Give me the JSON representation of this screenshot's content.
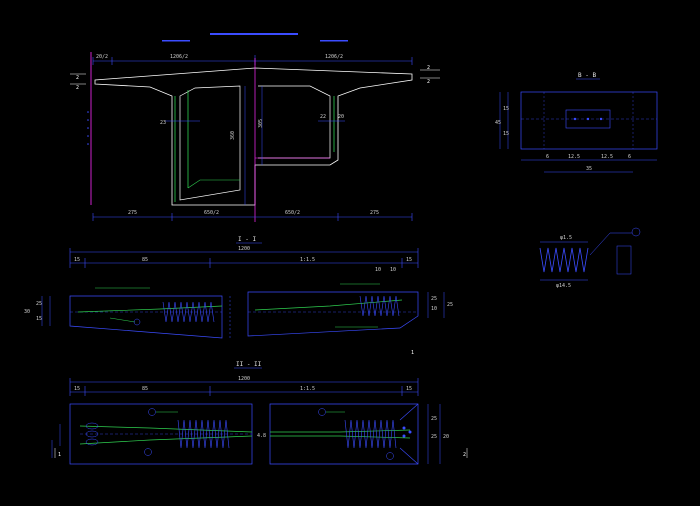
{
  "colors": {
    "background": "#000000",
    "structure_white": "#ffffff",
    "dimension_blue": "#3b4cff",
    "tendon_green": "#2fd050",
    "centerline_magenta": "#ff2bff",
    "leader_green": "#2fd050",
    "text": "#cfcfcf"
  },
  "cross_section": {
    "dim_top_left": "20/2",
    "dim_top_mid_left": "1206/2",
    "dim_top_mid_right": "1206/2",
    "dim_left_top": "2",
    "dim_left_bottom": "2",
    "dim_right_top": "2",
    "dim_right_bottom": "2",
    "dim_web_left": "23",
    "dim_web_right": "22",
    "dim_web_right2": "20",
    "dim_depth_mid": "360",
    "dim_depth_right": "305",
    "dim_bottom_1": "275",
    "dim_bottom_2": "650/2",
    "dim_bottom_3": "650/2",
    "dim_bottom_4": "275"
  },
  "section_bb": {
    "title": "B - B",
    "dim_left_1": "15",
    "dim_left_2": "15",
    "dim_left_total": "45",
    "dim_bottom_1": "6",
    "dim_bottom_2": "12.5",
    "dim_bottom_3": "12.5",
    "dim_bottom_4": "6",
    "dim_bottom_total": "35"
  },
  "spring_detail": {
    "dim_top": "φ1.5",
    "dim_bottom": "φ14.5"
  },
  "section_11": {
    "title": "I - I",
    "dim_total": "1200",
    "dim_1": "15",
    "dim_2": "85",
    "dim_3": "1:1.5",
    "dim_4": "15",
    "dim_sub_1": "10",
    "dim_sub_2": "10",
    "left_dim_1": "30",
    "left_dim_2": "25",
    "left_dim_3": "15",
    "right_dim_1": "25",
    "right_dim_2": "10",
    "right_dim_3": "25"
  },
  "section_22": {
    "title": "II - II",
    "dim_total": "1200",
    "dim_1": "15",
    "dim_2": "85",
    "dim_3": "1:1.5",
    "dim_4": "15",
    "mid_dim": "4.8",
    "right_dim_1": "25",
    "right_dim_2": "25",
    "right_dim_3": "20"
  },
  "markers": {
    "one": "1",
    "two": "2"
  }
}
